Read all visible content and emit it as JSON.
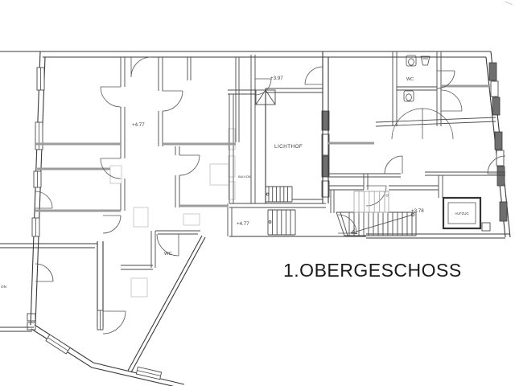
{
  "drawing": {
    "title": "1.OBERGESCHOSS",
    "labels": {
      "level_top_left": "+4.77",
      "level_mid": "+4.77",
      "level_upper_center": "+3.97",
      "level_right": "+3.78",
      "lichthof": "LICHTHOF",
      "balkon_strip": "BALKON",
      "balkon_left_clipped": "ON",
      "wc_top": "WC",
      "wc_bottom": "WC",
      "aufzug": "AUFZUG"
    },
    "colors": {
      "line": "#3a3a3a",
      "interior_gray": "#9c9c9c",
      "light_detail": "#bfbfbf",
      "stair_upper_gray": "#a9a9a9",
      "text": "#3f3f3f",
      "background": "#ffffff"
    }
  }
}
